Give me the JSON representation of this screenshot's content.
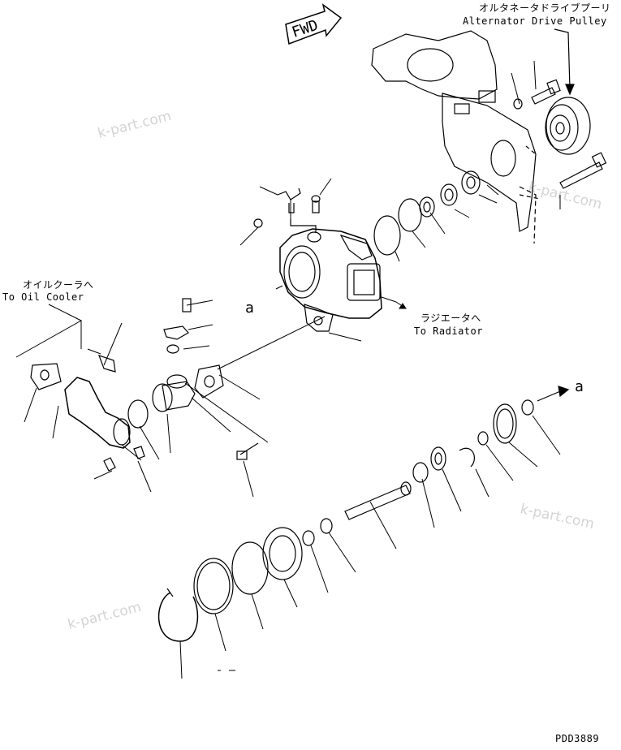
{
  "fwd_arrow": "FWD",
  "labels": {
    "alternator_jp": "オルタネータドライブプーリ",
    "alternator_en": "Alternator Drive Pulley",
    "oil_cooler_jp": "オイルクーラへ",
    "oil_cooler_en": "To Oil Cooler",
    "radiator_jp": "ラジエータへ",
    "radiator_en": "To Radiator",
    "ref_a_left": "a",
    "ref_a_right": "a",
    "drawing_id": "PDD3889"
  },
  "watermarks": [
    "k-part.com",
    "k-part.com",
    "k-part.com",
    "k-part.com"
  ]
}
